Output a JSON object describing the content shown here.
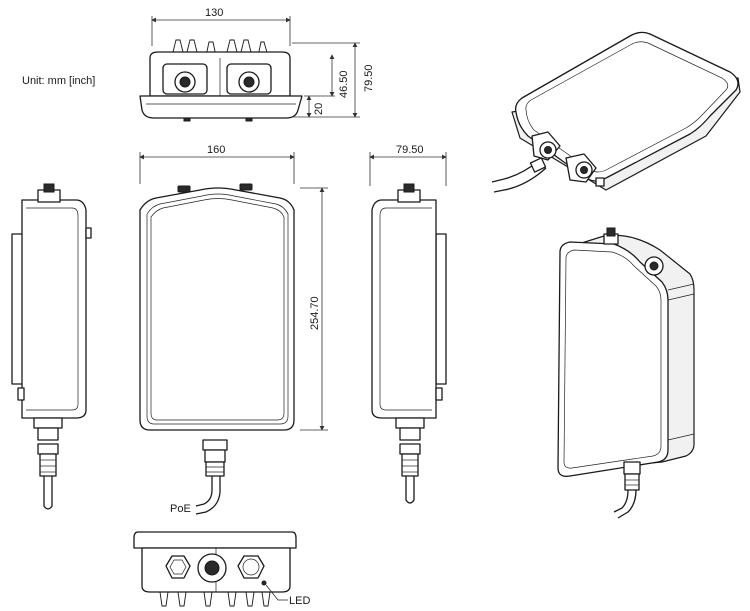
{
  "unit_label": "Unit: mm [inch]",
  "dimensions": {
    "top_width": "130",
    "top_height_inner": "46.50",
    "top_height_outer": "79.50",
    "top_base": "20",
    "front_width": "160",
    "front_height": "254.70",
    "side_depth": "79.50"
  },
  "callouts": {
    "poe": "PoE",
    "led": "LED"
  }
}
